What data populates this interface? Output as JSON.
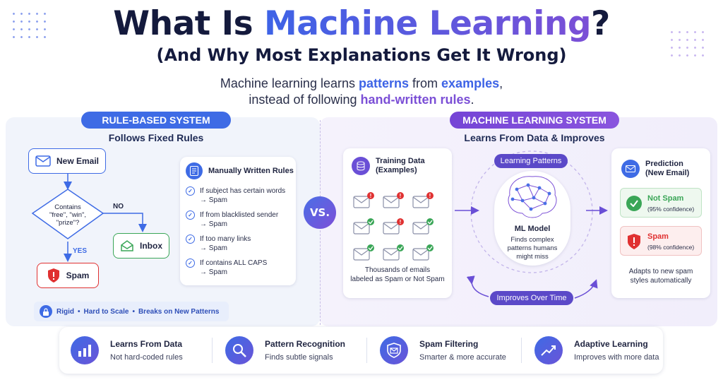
{
  "header": {
    "title_pre": "What Is ",
    "title_highlight": "Machine Learning",
    "title_post": "?",
    "subtitle": "(And Why Most Explanations Get It Wrong)",
    "tagline_1_a": "Machine learning learns ",
    "tagline_1_b": "patterns",
    "tagline_1_c": " from ",
    "tagline_1_d": "examples",
    "tagline_1_e": ",",
    "tagline_2_a": "instead of following ",
    "tagline_2_b": "hand-written rules",
    "tagline_2_c": "."
  },
  "rule_based": {
    "pill": "RULE-BASED SYSTEM",
    "subtitle": "Follows Fixed Rules",
    "new_email": "New Email",
    "decision": "Contains\n\"free\", \"win\",\n\"prize\"?",
    "no_label": "NO",
    "yes_label": "YES",
    "inbox": "Inbox",
    "spam": "Spam",
    "rules_title": "Manually Written Rules",
    "rules": [
      {
        "line1": "If subject has certain words",
        "line2": "→ Spam"
      },
      {
        "line1": "If from blacklisted sender",
        "line2": "→ Spam"
      },
      {
        "line1": "If too many links",
        "line2": "→ Spam"
      },
      {
        "line1": "If contains ALL CAPS",
        "line2": "→ Spam"
      }
    ],
    "drawbacks": [
      "Rigid",
      "•",
      "Hard to Scale",
      "•",
      "Breaks on New Patterns"
    ]
  },
  "vs": "VS.",
  "ml": {
    "pill": "MACHINE LEARNING SYSTEM",
    "subtitle": "Learns From Data & Improves",
    "training_title": "Training Data\n(Examples)",
    "training_caption": "Thousands of emails\nlabeled as Spam or Not Spam",
    "learning_patterns": "Learning Patterns",
    "model_title": "ML Model",
    "model_desc": "Finds complex\npatterns humans\nmight miss",
    "improves": "Improves Over Time",
    "prediction_title": "Prediction\n(New Email)",
    "not_spam": "Not Spam",
    "not_spam_conf": "(95% confidence)",
    "spam": "Spam",
    "spam_conf": "(98% confidence)",
    "prediction_caption": "Adapts to new spam\nstyles automatically",
    "email_grid": [
      "spam",
      "spam",
      "spam",
      "ok",
      "spam",
      "ok",
      "ok",
      "ok",
      "ok"
    ]
  },
  "features": [
    {
      "title": "Learns From Data",
      "sub": "Not hard-coded rules",
      "icon": "bar-chart-icon"
    },
    {
      "title": "Pattern Recognition",
      "sub": "Finds subtle signals",
      "icon": "magnifier-icon"
    },
    {
      "title": "Spam Filtering",
      "sub": "Smarter & more accurate",
      "icon": "shield-mail-icon"
    },
    {
      "title": "Adaptive Learning",
      "sub": "Improves with more data",
      "icon": "trend-up-icon"
    }
  ],
  "colors": {
    "blue": "#3e6be5",
    "purple": "#7b4fd6",
    "green": "#3aa657",
    "red": "#e03131"
  }
}
